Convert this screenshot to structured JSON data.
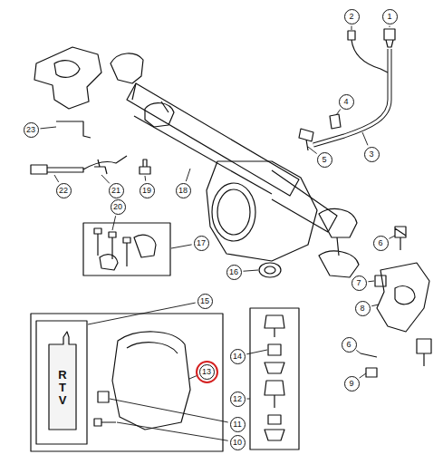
{
  "diagram": {
    "labels": [
      "2",
      "1",
      "23",
      "4",
      "3",
      "5",
      "22",
      "21",
      "19",
      "18",
      "20",
      "6",
      "17",
      "16",
      "7",
      "8",
      "15",
      "14",
      "13",
      "12",
      "6",
      "9",
      "11",
      "10",
      "RTV"
    ]
  }
}
